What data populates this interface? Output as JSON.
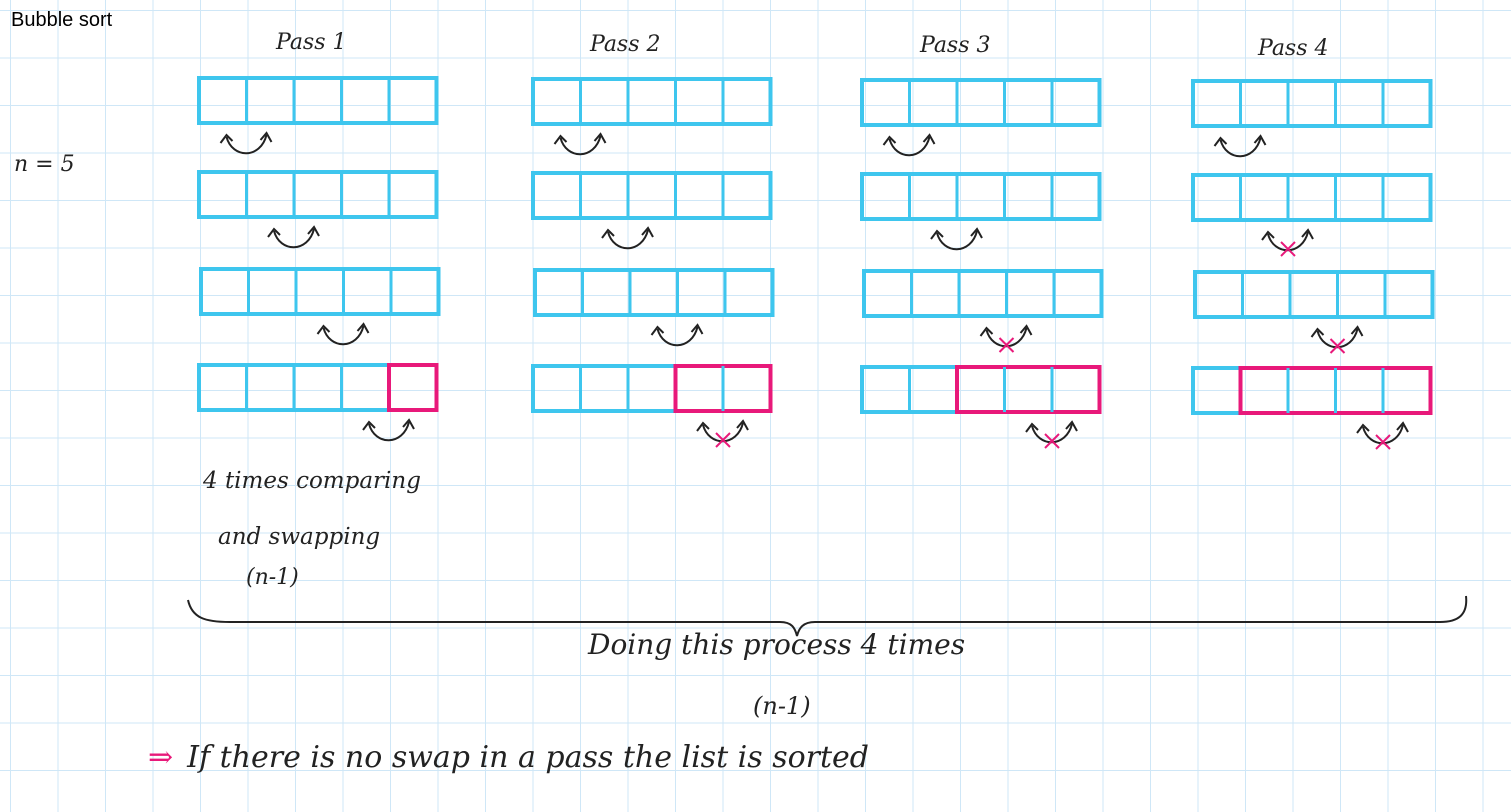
{
  "title": "Bubble sort",
  "n_label": "n = 5",
  "passes": [
    {
      "label": "Pass 1",
      "sorted_from_right": 1,
      "comparisons": [
        "swap",
        "swap",
        "swap",
        "swap"
      ]
    },
    {
      "label": "Pass 2",
      "sorted_from_right": 2,
      "comparisons": [
        "swap",
        "swap",
        "swap",
        "no-swap"
      ]
    },
    {
      "label": "Pass 3",
      "sorted_from_right": 3,
      "comparisons": [
        "swap",
        "swap",
        "no-swap",
        "no-swap"
      ]
    },
    {
      "label": "Pass 4",
      "sorted_from_right": 4,
      "comparisons": [
        "swap",
        "no-swap",
        "no-swap",
        "no-swap"
      ]
    }
  ],
  "cells_per_row": 5,
  "notes": {
    "line1": "4 times comparing",
    "line2": "and swapping",
    "line3": "(n-1)"
  },
  "summary": {
    "text": "Doing this process 4 times",
    "sub": "(n-1)"
  },
  "rule": {
    "arrow": "⇒",
    "text": "If there is no swap in a pass the list is sorted"
  },
  "colors": {
    "cell": "#3ec6ee",
    "sorted": "#e8197a",
    "grid": "#cfe7f7",
    "ink": "#222222"
  }
}
